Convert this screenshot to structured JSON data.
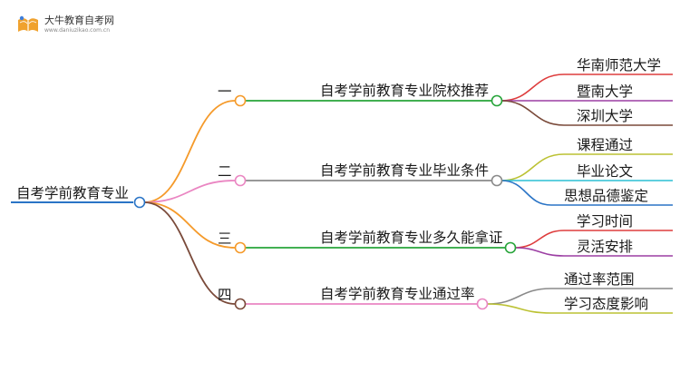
{
  "brand": {
    "name": "大牛教育自考网",
    "url": "www.daniuzikao.com.cn",
    "logo_icon": "open-book-icon",
    "colors": {
      "primary": "#f0a22e",
      "accent": "#3d7edb"
    }
  },
  "root": {
    "label": "自考学前教育专业",
    "color": "#2a74c6"
  },
  "branches": [
    {
      "num": "一",
      "title": "自考学前教育专业院校推荐",
      "color": "#f59a2a",
      "title_color": "#27a43a",
      "children": [
        {
          "label": "华南师范大学",
          "color": "#de3d3d"
        },
        {
          "label": "暨南大学",
          "color": "#9c3fa3"
        },
        {
          "label": "深圳大学",
          "color": "#7a4a3a"
        }
      ]
    },
    {
      "num": "二",
      "title": "自考学前教育专业毕业条件",
      "color": "#ea86c2",
      "title_color": "#8a8a8a",
      "children": [
        {
          "label": "课程通过",
          "color": "#bcc234"
        },
        {
          "label": "毕业论文",
          "color": "#2bbfd3"
        },
        {
          "label": "思想品德鉴定",
          "color": "#2a74c6"
        }
      ]
    },
    {
      "num": "三",
      "title": "自考学前教育专业多久能拿证",
      "color": "#f59a2a",
      "title_color": "#27a43a",
      "children": [
        {
          "label": "学习时间",
          "color": "#de3d3d"
        },
        {
          "label": "灵活安排",
          "color": "#9c3fa3"
        }
      ]
    },
    {
      "num": "四",
      "title": "自考学前教育专业通过率",
      "color": "#7a4a3a",
      "title_color": "#ea86c2",
      "children": [
        {
          "label": "通过率范围",
          "color": "#8a8a8a"
        },
        {
          "label": "学习态度影响",
          "color": "#bcc234"
        }
      ]
    }
  ]
}
